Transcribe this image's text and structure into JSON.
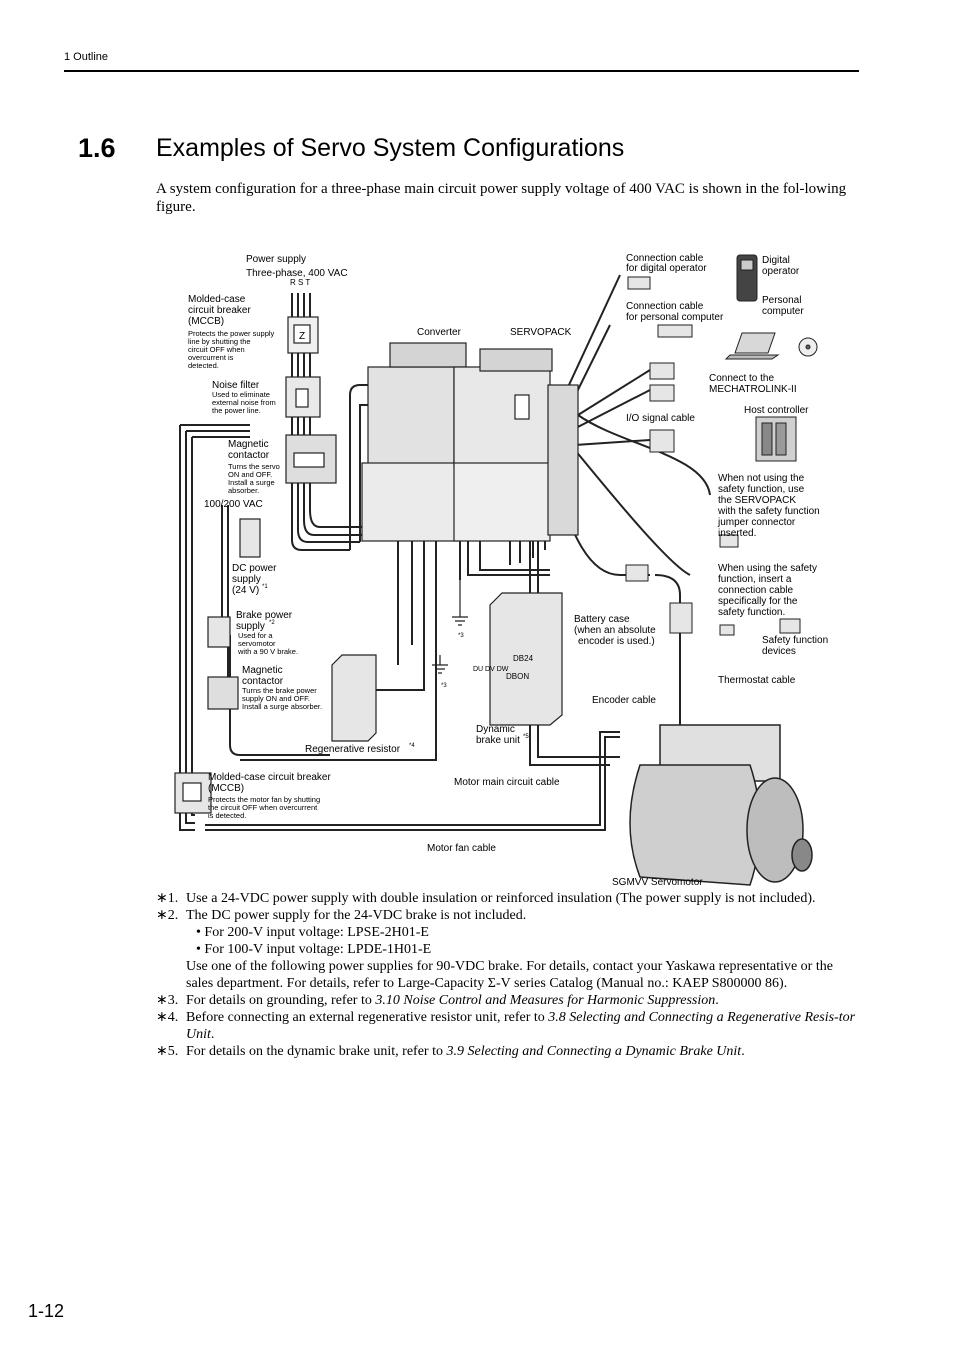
{
  "header": {
    "chapter": "1  Outline"
  },
  "section": {
    "number": "1.6",
    "title": "Examples of Servo System Configurations",
    "intro": "A system configuration for a three-phase main circuit power supply voltage of 400 VAC is shown in the fol-lowing figure."
  },
  "diagram": {
    "power_supply": "Power supply",
    "power_supply_spec": "Three-phase, 400 VAC",
    "rst": "R S T",
    "mccb1_title": [
      "Molded-case",
      "circuit breaker",
      "(MCCB)"
    ],
    "mccb1_desc": [
      "Protects the power supply",
      "line by shutting the",
      "circuit OFF when",
      "overcurrent is",
      "detected."
    ],
    "noise_title": "Noise filter",
    "noise_desc": [
      "Used to eliminate",
      "external noise from",
      "the power line."
    ],
    "mc1_title": [
      "Magnetic",
      "contactor"
    ],
    "mc1_desc": [
      "Turns the servo",
      "ON and OFF.",
      "Install a surge",
      "absorber."
    ],
    "vac_100_200": "100/200 VAC",
    "dc_power": [
      "DC power",
      "supply",
      "(24 V)"
    ],
    "dc_power_ref": "*1",
    "brake_title": [
      "Brake power",
      "supply"
    ],
    "brake_ref": "*2",
    "brake_desc": [
      "Used for a",
      "servomotor",
      "with a 90 V brake."
    ],
    "mc2_title": [
      "Magnetic",
      "contactor"
    ],
    "mc2_desc": [
      "Turns the brake power",
      "supply ON and OFF.",
      "Install a surge absorber."
    ],
    "regen": "Regenerative resistor",
    "regen_ref": "*4",
    "mccb2_title": [
      "Molded-case circuit breaker",
      "(MCCB)"
    ],
    "mccb2_desc": [
      "Protects the motor fan by shutting",
      "the circuit OFF when overcurrent",
      "is detected."
    ],
    "converter": "Converter",
    "servopack": "SERVOPACK",
    "ground_ref": "*3",
    "terminals": "DU DV DW",
    "db24": "DB24",
    "dbon": "DBON",
    "dynamic_brake": [
      "Dynamic",
      "brake unit"
    ],
    "dynamic_brake_ref": "*5",
    "motor_main_cable": "Motor main circuit cable",
    "motor_fan_cable": "Motor fan cable",
    "servomotor": "SGMVV Servomotor",
    "cable_digital": [
      "Connection cable",
      "for digital operator"
    ],
    "digital_operator": [
      "Digital",
      "operator"
    ],
    "cable_pc": [
      "Connection cable",
      "for personal computer"
    ],
    "personal_computer": [
      "Personal",
      "computer"
    ],
    "mechatrolink": [
      "Connect to the",
      "MECHATROLINK-II"
    ],
    "io_cable": "I/O signal cable",
    "host_controller": "Host controller",
    "no_safety": [
      "When not using the",
      "safety function, use",
      "the SERVOPACK",
      "with the safety function",
      "jumper connector",
      "inserted."
    ],
    "with_safety": [
      "When using the safety",
      "function, insert a",
      "connection cable",
      "specifically for the",
      "safety function."
    ],
    "safety_devices": [
      "Safety function",
      "devices"
    ],
    "battery": [
      "Battery case",
      "(when an absolute",
      "encoder is used.)"
    ],
    "encoder_cable": "Encoder cable",
    "thermostat_cable": "Thermostat cable"
  },
  "notes": {
    "n1": {
      "mark": "∗1.",
      "text": "Use a 24-VDC power supply with double insulation or reinforced insulation (The power supply is not included)."
    },
    "n2": {
      "mark": "∗2.",
      "text": "The DC power supply for the 24-VDC brake is not included."
    },
    "n2_b1": "• For 200-V input voltage: LPSE-2H01-E",
    "n2_b2": "• For 100-V input voltage: LPDE-1H01-E",
    "n2_p1": "Use one of the following power supplies for 90-VDC brake. For details, contact your Yaskawa representative or the sales department. For details, refer to ",
    "n2_cat": "Large-Capacity Σ-V series Catalog",
    "n2_p2": " (Manual no.: KAEP S800000 86).",
    "n3": {
      "mark": "∗3.",
      "text": "For details on grounding, refer to ",
      "ref": "3.10 Noise Control and Measures for Harmonic Suppression",
      "end": "."
    },
    "n4": {
      "mark": "∗4.",
      "text": "Before connecting an external regenerative resistor unit, refer to ",
      "ref": "3.8 Selecting and Connecting a Regenerative Resis-tor Unit",
      "end": "."
    },
    "n5": {
      "mark": "∗5.",
      "text": "For details on the dynamic brake unit, refer to ",
      "ref": "3.9 Selecting and Connecting a Dynamic Brake Unit",
      "end": "."
    }
  },
  "page_number": "1-12"
}
